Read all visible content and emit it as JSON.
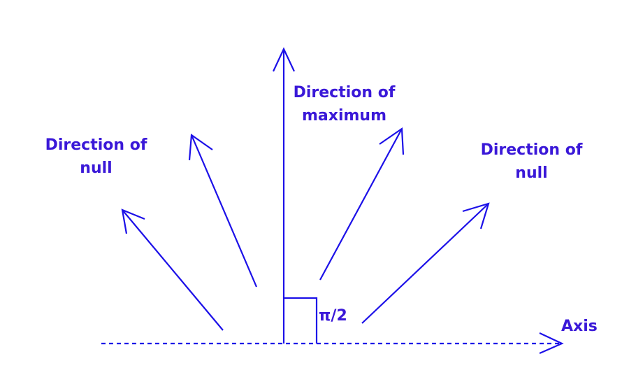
{
  "colors": {
    "stroke": "#1c10e8",
    "text": "#3a18d8"
  },
  "labels": {
    "max_line1": "Direction of",
    "max_line2": "maximum",
    "null_left_line1": "Direction of",
    "null_left_line2": "null",
    "null_right_line1": "Direction of",
    "null_right_line2": "null",
    "angle": "π/2",
    "axis": "Axis"
  }
}
